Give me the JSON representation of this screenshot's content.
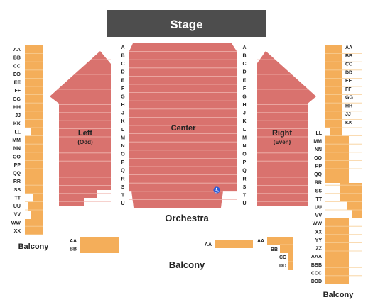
{
  "stage": {
    "label": "Stage",
    "color": "#4d4d4d"
  },
  "colors": {
    "orchestra": "#d9726e",
    "orchestra_line": "#f0b6b0",
    "balcony": "#f4ae5a",
    "balcony_line": "#f8cf98"
  },
  "orchestra": {
    "label": "Orchestra",
    "center": {
      "label": "Center"
    },
    "left": {
      "label": "Left",
      "sub": "(Odd)"
    },
    "right": {
      "label": "Right",
      "sub": "(Even)"
    },
    "rows": [
      "A",
      "B",
      "C",
      "D",
      "E",
      "F",
      "G",
      "H",
      "J",
      "K",
      "L",
      "M",
      "N",
      "O",
      "P",
      "Q",
      "R",
      "S",
      "T",
      "U"
    ]
  },
  "balcony": {
    "center_label": "Balcony",
    "left_label": "Balcony",
    "right_label": "Balcony",
    "left_rows": [
      "AA",
      "BB",
      "CC",
      "DD",
      "EE",
      "FF",
      "GG",
      "HH",
      "JJ",
      "KK",
      "LL",
      "MM",
      "NN",
      "OO",
      "PP",
      "QQ",
      "RR",
      "SS",
      "TT",
      "UU",
      "VV",
      "WW",
      "XX"
    ],
    "right_rows": [
      "AA",
      "BB",
      "CC",
      "DD",
      "EE",
      "FF",
      "GG",
      "HH",
      "JJ",
      "KK",
      "LL",
      "MM",
      "NN",
      "OO",
      "PP",
      "QQ",
      "RR",
      "SS",
      "TT",
      "UU",
      "VV",
      "WW",
      "XX",
      "YY",
      "ZZ",
      "AAA",
      "BBB",
      "CCC",
      "DDD"
    ],
    "center_left_rows": [
      "AA",
      "BB"
    ],
    "center_right_rows_aa": [
      "AA"
    ],
    "center_right_rows": [
      "AA",
      "BB",
      "CC",
      "DD"
    ]
  },
  "icons": {
    "accessible": "wheelchair-icon"
  }
}
